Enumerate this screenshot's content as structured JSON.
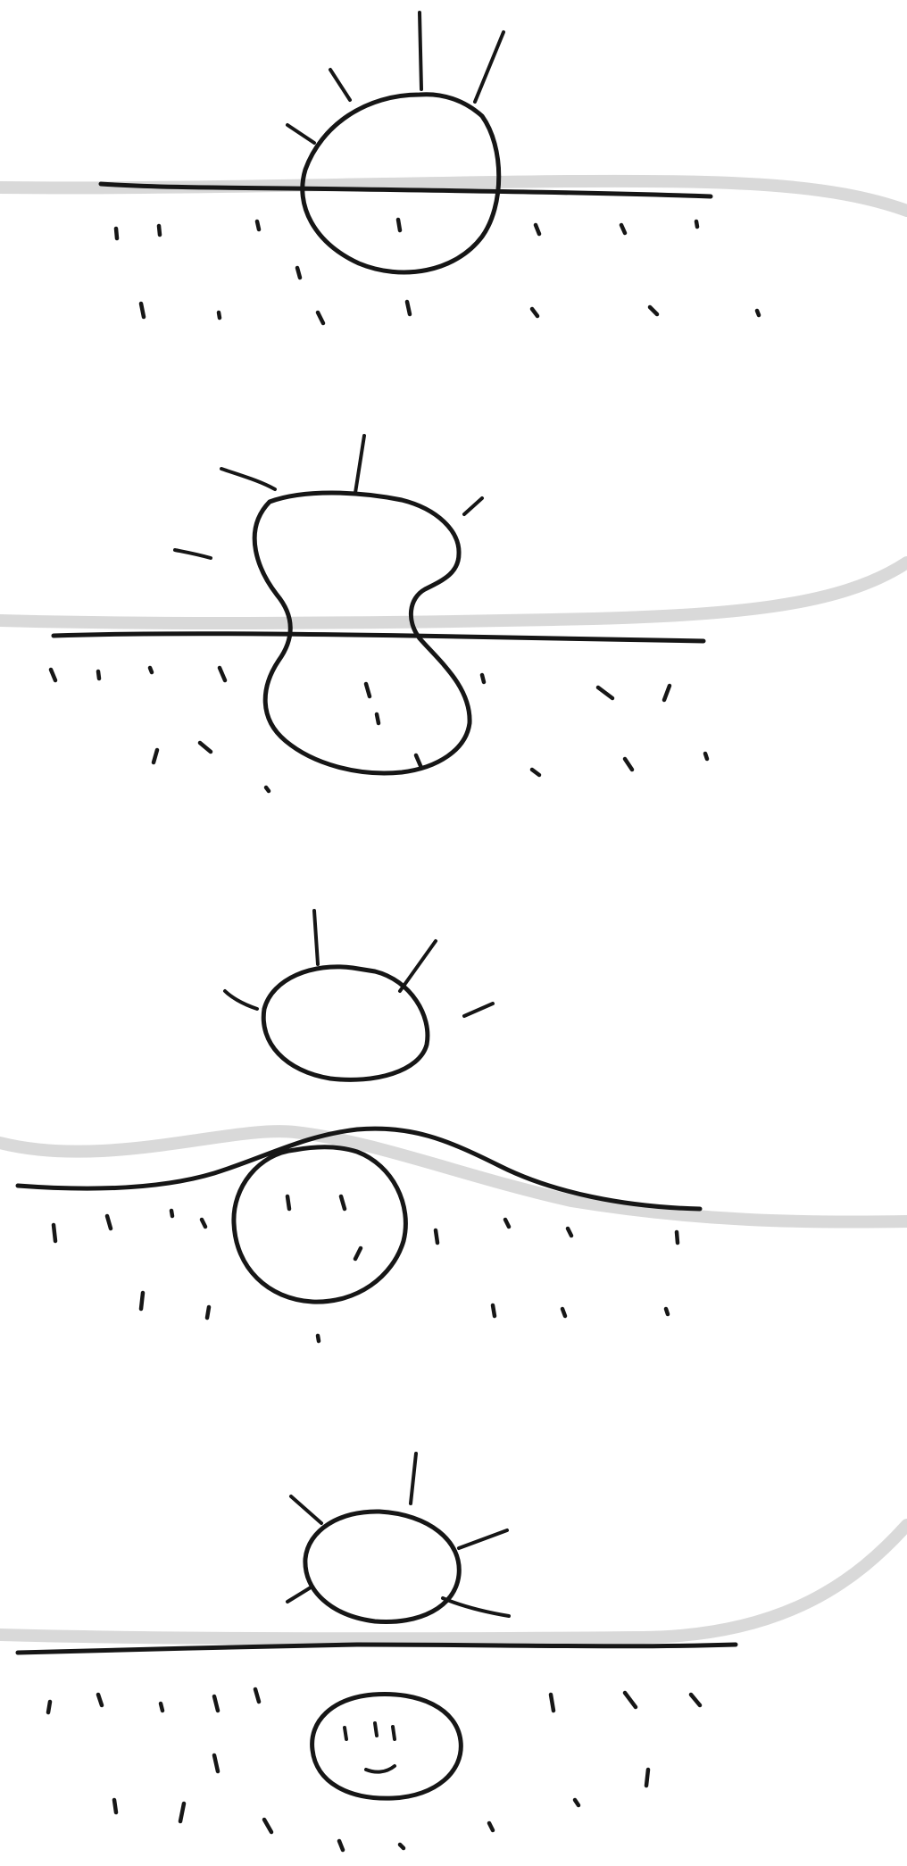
{
  "sketch": {
    "panels": [
      {
        "name": "round-object-half-submerged",
        "ray_count": 4,
        "submerged_fraction": 0.45
      },
      {
        "name": "pinched-object-crossing-surface",
        "ray_count": 4,
        "submerged_fraction": 0.5
      },
      {
        "name": "object-above-bulging-surface",
        "ray_count": 4,
        "submerged_fraction": 0
      },
      {
        "name": "object-above-flat-surface-with-buried-face",
        "ray_count": 5,
        "submerged_fraction": 0
      }
    ],
    "colors": {
      "ink": "#161616",
      "guide": "#d9d9d9",
      "background": "#ffffff"
    }
  }
}
